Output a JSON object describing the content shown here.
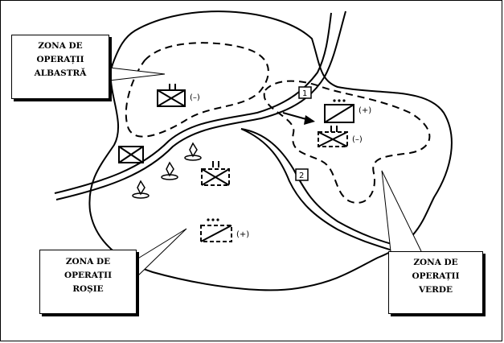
{
  "zones": {
    "blue": {
      "lines": [
        "ZONA DE",
        "OPERAȚII",
        "ALBASTRĂ"
      ]
    },
    "red": {
      "lines": [
        "ZONA DE",
        "OPERAȚII",
        "ROȘIE"
      ]
    },
    "green": {
      "lines": [
        "ZONA DE",
        "OPERAȚII",
        "VERDE"
      ]
    }
  },
  "markers": {
    "checkpoint_1": "1",
    "checkpoint_2": "2"
  },
  "unit_modifiers": {
    "top_left_unit": "(–)",
    "right_upper_unit": "(+)",
    "right_lower_unit": "(–)",
    "bottom_unit": "(+)"
  }
}
